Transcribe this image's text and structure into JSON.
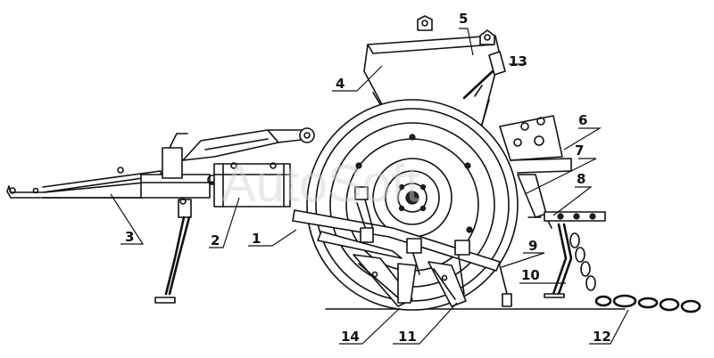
{
  "watermark": "AutoSoft",
  "callouts": [
    {
      "id": "1",
      "label": "1"
    },
    {
      "id": "2",
      "label": "2"
    },
    {
      "id": "3",
      "label": "3"
    },
    {
      "id": "4",
      "label": "4"
    },
    {
      "id": "5",
      "label": "5"
    },
    {
      "id": "6",
      "label": "6"
    },
    {
      "id": "7",
      "label": "7"
    },
    {
      "id": "8",
      "label": "8"
    },
    {
      "id": "9",
      "label": "9"
    },
    {
      "id": "10",
      "label": "10"
    },
    {
      "id": "11",
      "label": "11"
    },
    {
      "id": "12",
      "label": "12"
    },
    {
      "id": "13",
      "label": "13"
    },
    {
      "id": "14",
      "label": "14"
    }
  ]
}
